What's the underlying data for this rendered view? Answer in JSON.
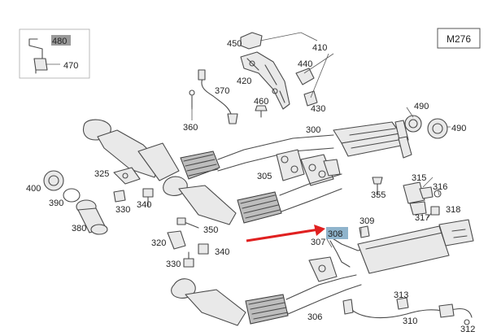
{
  "model": "M276",
  "colors": {
    "highlight_selected": "#8fb4cc",
    "highlight_inset": "#9a9a9a",
    "arrow": "#e02020"
  },
  "callouts": {
    "c480": "480",
    "c470": "470",
    "c450": "450",
    "c410": "410",
    "c420": "420",
    "c440": "440",
    "c430": "430",
    "c370": "370",
    "c460": "460",
    "c360": "360",
    "c300": "300",
    "c490a": "490",
    "c490b": "490",
    "c325": "325",
    "c305": "305",
    "c355": "355",
    "c400": "400",
    "c390": "390",
    "c330a": "330",
    "c340a": "340",
    "c380": "380",
    "c350": "350",
    "c315": "315",
    "c316": "316",
    "c318": "318",
    "c317": "317",
    "c308": "308",
    "c309": "309",
    "c307": "307",
    "c320": "320",
    "c340b": "340",
    "c330b": "330",
    "c306": "306",
    "c313": "313",
    "c310": "310",
    "c312": "312"
  }
}
